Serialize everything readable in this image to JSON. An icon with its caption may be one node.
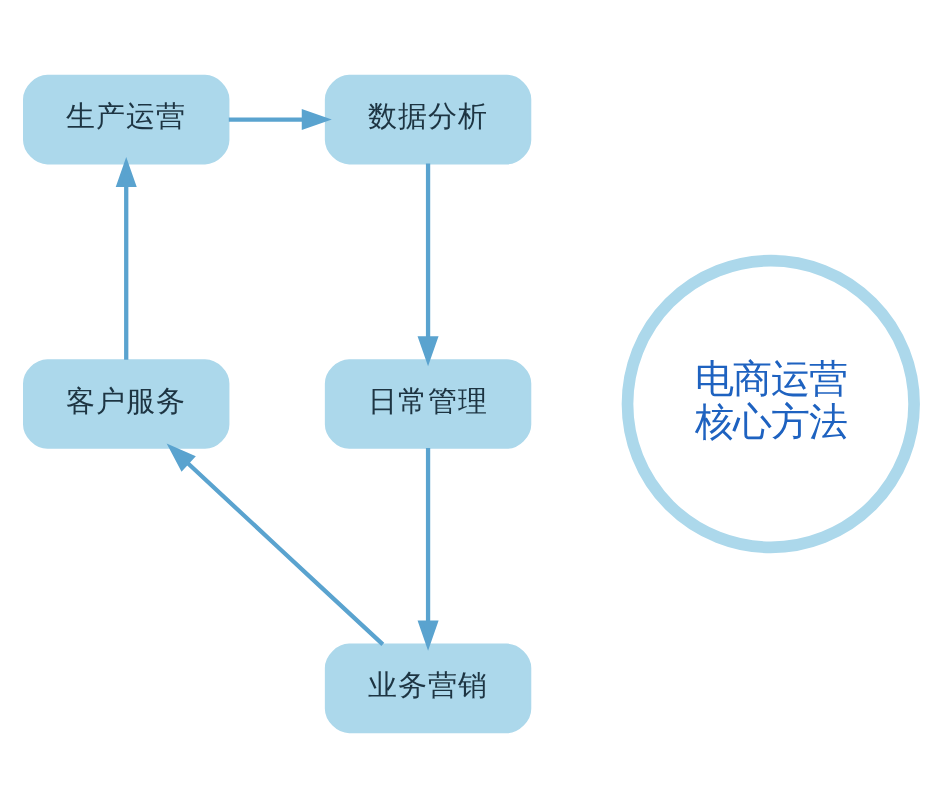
{
  "diagram": {
    "nodes": [
      {
        "text": [
          "电商运营",
          "核心方法"
        ]
      },
      {
        "text": [
          "生产运营"
        ]
      },
      {
        "text": [
          "数据分析"
        ]
      },
      {
        "text": [
          "日常管理"
        ]
      },
      {
        "text": [
          "业务营销"
        ]
      },
      {
        "text": [
          "客户服务"
        ]
      }
    ],
    "edges": [
      {
        "from": 1,
        "to": 2,
        "arrow": "to"
      },
      {
        "from": 2,
        "to": 3,
        "arrow": "to"
      },
      {
        "from": 3,
        "to": 4,
        "arrow": "to"
      },
      {
        "from": 4,
        "to": 5,
        "arrow": "to"
      },
      {
        "from": 5,
        "to": 1,
        "arrow": "to"
      }
    ]
  }
}
